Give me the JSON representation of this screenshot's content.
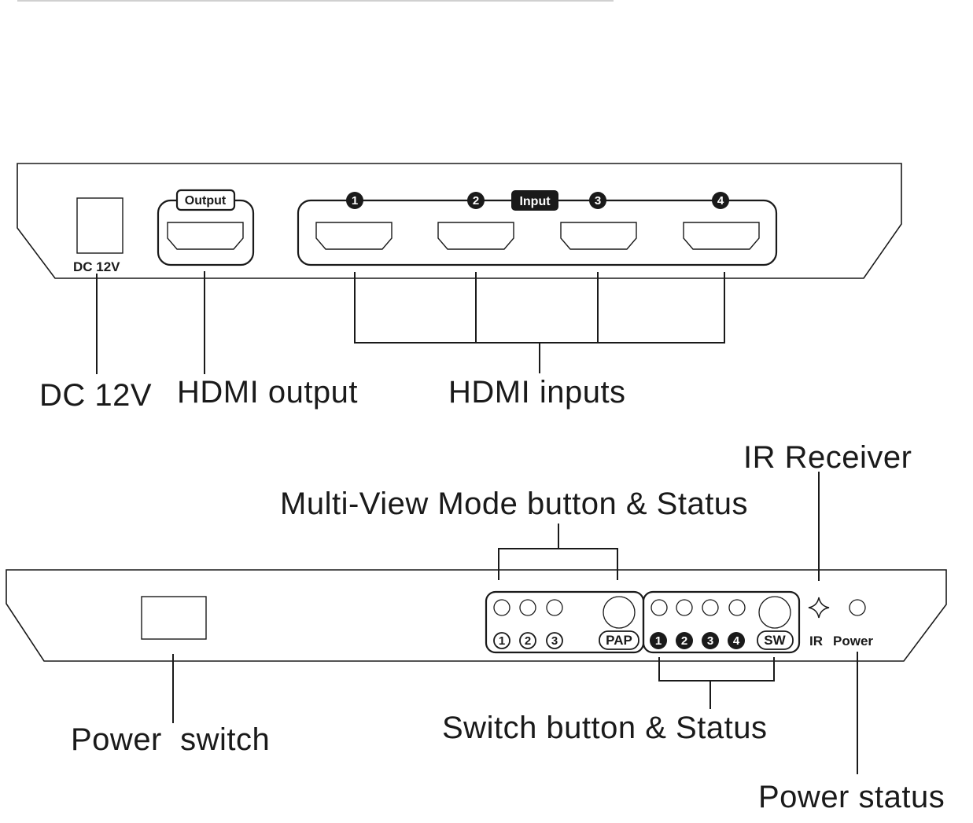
{
  "rear_panel": {
    "dc_port_label": "DC 12V",
    "output_tag": "Output",
    "input_tag": "Input",
    "input_numbers": [
      "1",
      "2",
      "3",
      "4"
    ],
    "callouts": {
      "dc": "DC 12V",
      "hdmi_output": "HDMI output",
      "hdmi_inputs": "HDMI inputs"
    }
  },
  "front_panel": {
    "pap_numbers": [
      "1",
      "2",
      "3"
    ],
    "pap_button_label": "PAP",
    "switch_numbers": [
      "1",
      "2",
      "3",
      "4"
    ],
    "sw_button_label": "SW",
    "ir_label": "IR",
    "power_label": "Power",
    "callouts": {
      "ir_receiver": "IR Receiver",
      "multiview": "Multi-View Mode button & Status",
      "power_switch": "Power  switch",
      "switch_status": "Switch button & Status",
      "power_status": "Power status"
    }
  }
}
